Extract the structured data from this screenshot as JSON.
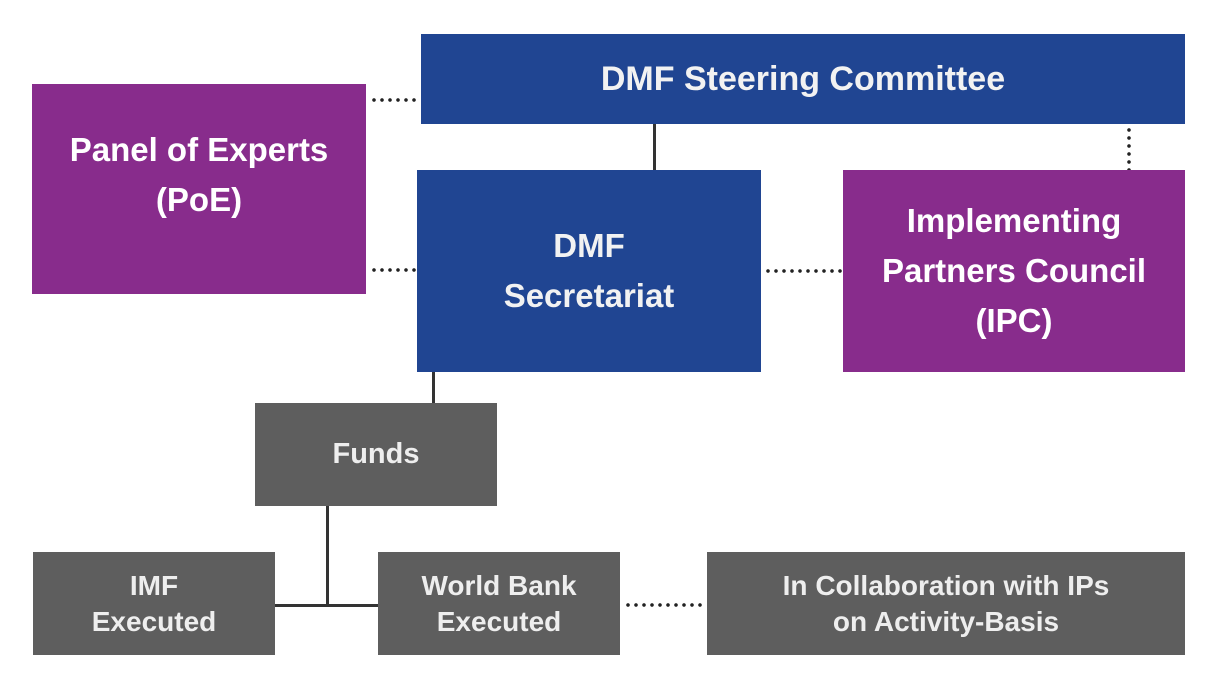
{
  "diagram": {
    "colors": {
      "governance_blue": "#204592",
      "advisory_purple": "#882c8c",
      "funds_gray": "#5e5e5e"
    },
    "nodes": {
      "steering_committee": {
        "label": "DMF Steering Committee"
      },
      "panel_of_experts": {
        "line1": "Panel of Experts",
        "line2": "(PoE)"
      },
      "secretariat": {
        "line1": "DMF",
        "line2": "Secretariat"
      },
      "ipc": {
        "line1": "Implementing",
        "line2": "Partners Council",
        "line3": "(IPC)"
      },
      "funds": {
        "label": "Funds"
      },
      "imf_executed": {
        "line1": "IMF",
        "line2": "Executed"
      },
      "world_bank_executed": {
        "line1": "World Bank",
        "line2": "Executed"
      },
      "collaboration": {
        "line1": "In Collaboration with IPs",
        "line2": "on Activity-Basis"
      }
    },
    "edges": [
      {
        "from": "steering_committee",
        "to": "secretariat",
        "style": "solid"
      },
      {
        "from": "panel_of_experts",
        "to": "steering_committee",
        "style": "dotted"
      },
      {
        "from": "panel_of_experts",
        "to": "secretariat",
        "style": "dotted"
      },
      {
        "from": "steering_committee",
        "to": "ipc",
        "style": "dotted"
      },
      {
        "from": "secretariat",
        "to": "ipc",
        "style": "dotted"
      },
      {
        "from": "secretariat",
        "to": "funds",
        "style": "solid"
      },
      {
        "from": "funds",
        "to": "imf_executed",
        "style": "solid"
      },
      {
        "from": "funds",
        "to": "world_bank_executed",
        "style": "solid"
      },
      {
        "from": "world_bank_executed",
        "to": "collaboration",
        "style": "dotted"
      }
    ]
  }
}
